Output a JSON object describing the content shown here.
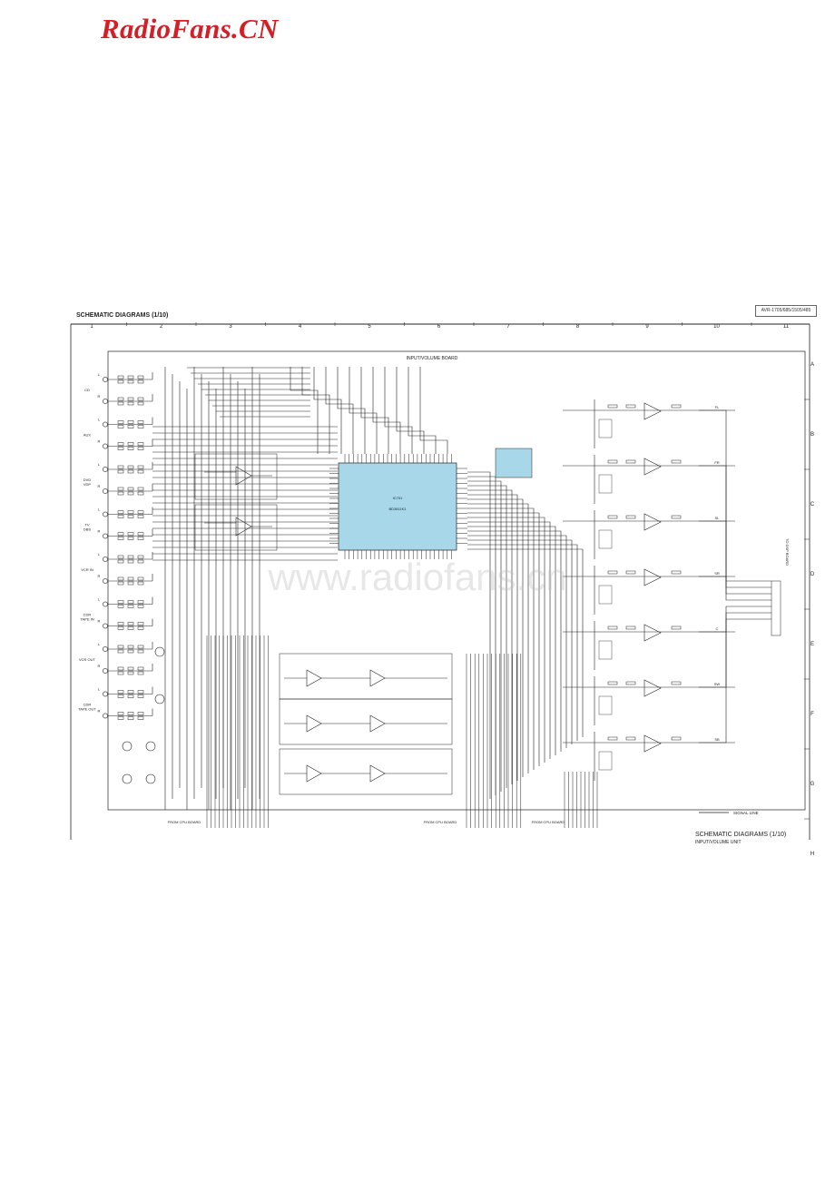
{
  "logo": {
    "text": "RadioFans.CN",
    "color": "#d41f26"
  },
  "header": {
    "title": "SCHEMATIC DIAGRAMS (1/10)",
    "models": "AVR-1705/685/1505/485"
  },
  "grid": {
    "columns": [
      "1",
      "2",
      "3",
      "4",
      "5",
      "6",
      "7",
      "8",
      "9",
      "10",
      "11"
    ],
    "rows": [
      "A",
      "B",
      "C",
      "D",
      "E",
      "F",
      "G",
      "H"
    ]
  },
  "board": {
    "name": "INPUT/VOLUME BOARD"
  },
  "inputs": [
    {
      "name": "CD",
      "ch": [
        "L",
        "R"
      ]
    },
    {
      "name": "AUX",
      "ch": [
        "L",
        "R"
      ]
    },
    {
      "name": "DVD / VDP",
      "ch": [
        "L",
        "R"
      ]
    },
    {
      "name": "TV / DBS",
      "ch": [
        "L",
        "R"
      ]
    },
    {
      "name": "VCR IN",
      "ch": [
        "L",
        "R"
      ]
    },
    {
      "name": "CDR / TAPE IN",
      "ch": [
        "L",
        "R"
      ]
    },
    {
      "name": "VCR OUT",
      "ch": [
        "L",
        "R"
      ]
    },
    {
      "name": "CDR / TAPE OUT",
      "ch": [
        "L",
        "R"
      ]
    }
  ],
  "ic": {
    "ref": "IC701",
    "part": "BD3811K1"
  },
  "outputs": [
    "FL",
    "FR",
    "SL",
    "SR",
    "C",
    "SW",
    "SB"
  ],
  "to_board": "TO DSP BOARD",
  "cpu_boards": [
    "FROM CPU BOARD",
    "FROM CPU BOARD",
    "FROM CPU BOARD"
  ],
  "legend": {
    "signal_line": "SIGNAL LINE"
  },
  "footer": {
    "title": "SCHEMATIC DIAGRAMS (1/10)",
    "subtitle": "INPUT/VOLUME UNIT"
  },
  "watermark": "www.radiofans.cn",
  "colors": {
    "ic_fill": "#a9d7ea",
    "logo": "#d41f26",
    "line": "#222222"
  }
}
